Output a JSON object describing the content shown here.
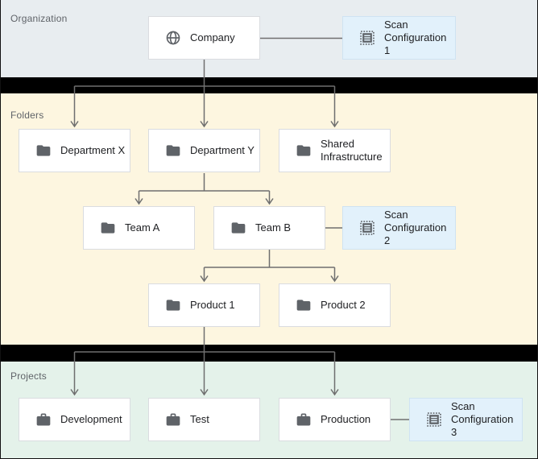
{
  "sections": {
    "organization": {
      "label": "Organization"
    },
    "folders": {
      "label": "Folders"
    },
    "projects": {
      "label": "Projects"
    }
  },
  "nodes": {
    "company": {
      "label": "Company",
      "icon": "globe-icon"
    },
    "dept_x": {
      "label": "Department X",
      "icon": "folder-icon"
    },
    "dept_y": {
      "label": "Department Y",
      "icon": "folder-icon"
    },
    "shared_infra": {
      "label": "Shared\nInfrastructure",
      "icon": "folder-icon"
    },
    "team_a": {
      "label": "Team A",
      "icon": "folder-icon"
    },
    "team_b": {
      "label": "Team B",
      "icon": "folder-icon"
    },
    "product_1": {
      "label": "Product 1",
      "icon": "folder-icon"
    },
    "product_2": {
      "label": "Product 2",
      "icon": "folder-icon"
    },
    "development": {
      "label": "Development",
      "icon": "briefcase-icon"
    },
    "test": {
      "label": "Test",
      "icon": "briefcase-icon"
    },
    "production": {
      "label": "Production",
      "icon": "briefcase-icon"
    },
    "scan_config_1": {
      "label": "Scan\nConfiguration 1",
      "icon": "receipt-icon"
    },
    "scan_config_2": {
      "label": "Scan\nConfiguration 2",
      "icon": "receipt-icon"
    },
    "scan_config_3": {
      "label": "Scan\nConfiguration 3",
      "icon": "receipt-icon"
    }
  },
  "colors": {
    "organization_bg": "#e8edf0",
    "folders_bg": "#fdf6e0",
    "projects_bg": "#e4f2ea",
    "divider_bar": "#000000",
    "scan_box_bg": "#e2f1fb",
    "scan_box_border": "#cfe3f2",
    "node_bg": "#ffffff",
    "node_border": "#dadce0",
    "connector_line": "#6f6f6f",
    "icon_color": "#5f6368",
    "node_text": "#202124",
    "section_label_text": "#5f6368"
  }
}
